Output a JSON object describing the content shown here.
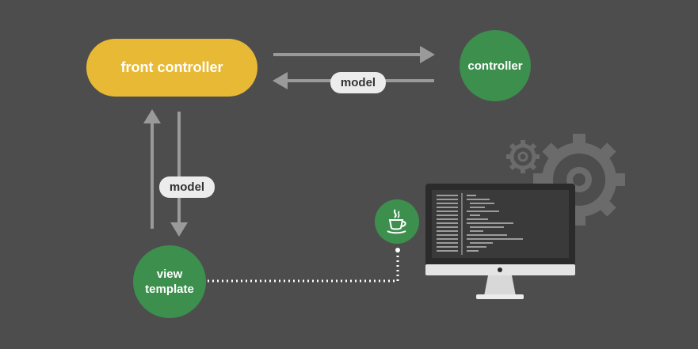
{
  "nodes": {
    "front_controller": "front controller",
    "controller": "controller",
    "view_template_line1": "view",
    "view_template_line2": "template"
  },
  "edge_labels": {
    "top_model": "model",
    "left_model": "model"
  },
  "icons": {
    "java": "java-coffee-cup-icon",
    "gears": "gears-icon",
    "monitor": "monitor-with-code-icon"
  },
  "colors": {
    "background": "#4d4d4d",
    "front_controller": "#e8b934",
    "nodes_green": "#3d8f4e",
    "arrows": "#9a9a9a",
    "label_bg": "#ececec"
  }
}
